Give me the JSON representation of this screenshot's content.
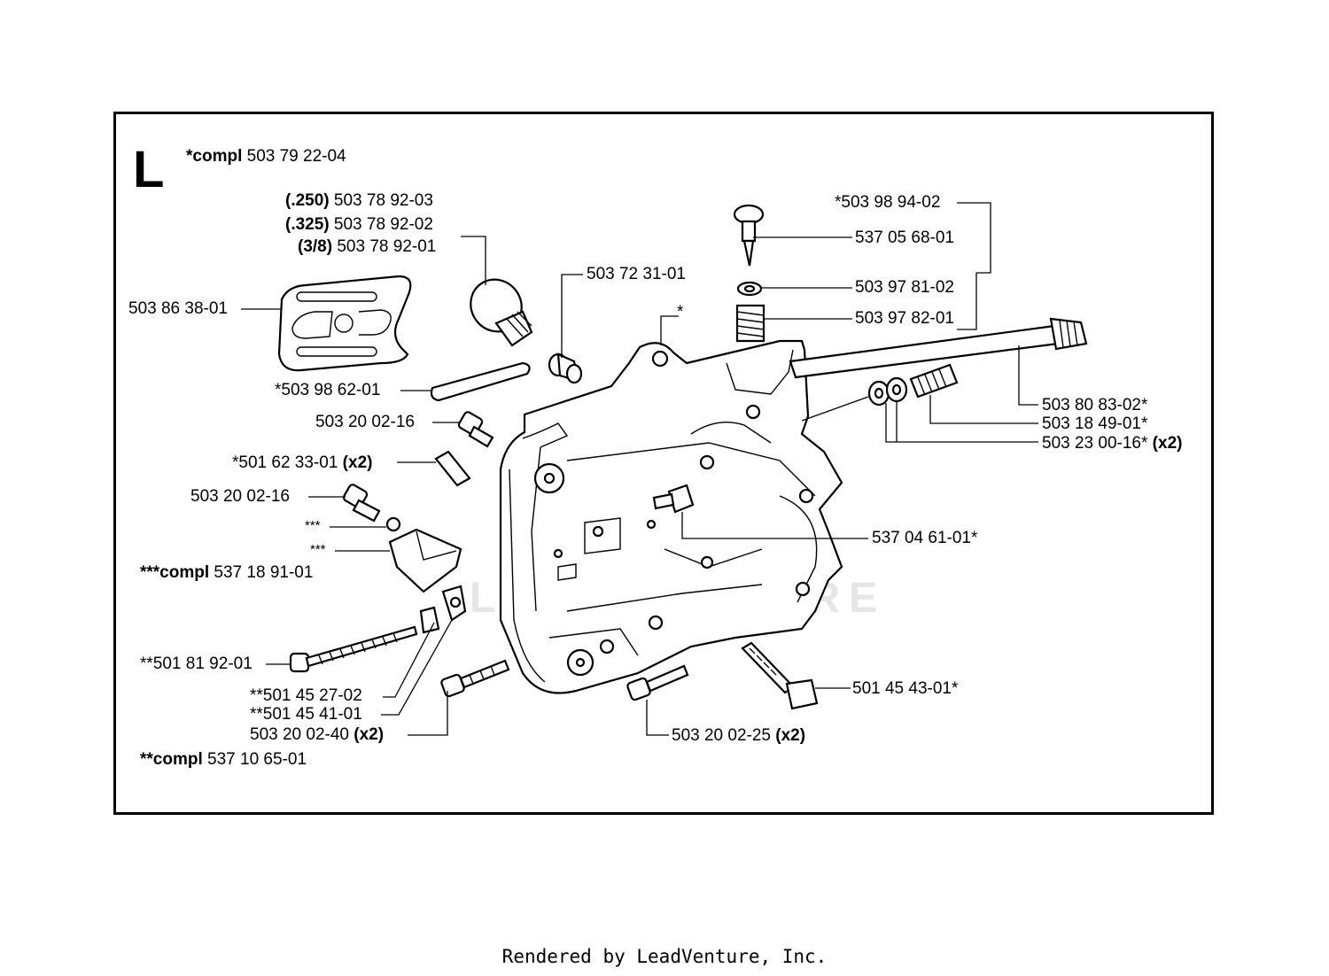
{
  "section": "L",
  "watermark": "LEADVENTURE",
  "footer": "Rendered by LeadVenture, Inc.",
  "labels": {
    "compl_main": {
      "prefix": "*compl",
      "number": "503 79 22-04"
    },
    "pin_250": {
      "prefix": "(.250)",
      "number": "503 78 92-03"
    },
    "pin_325": {
      "prefix": "(.325)",
      "number": "503 78 92-02"
    },
    "pin_38": {
      "prefix": "(3/8)",
      "number": "503 78 92-01"
    },
    "plate": "503 86 38-01",
    "bushing": "503 72 31-01",
    "star": "*",
    "guide_strip": "*503 98 62-01",
    "screw_a": "503 20 02-16",
    "sleeve": {
      "number": "*501 62 33-01",
      "qty": "(x2)"
    },
    "screw_b": "503 20 02-16",
    "triple_a": "***",
    "triple_b": "***",
    "compl_triple": {
      "prefix": "***compl",
      "number": "537 18 91-01"
    },
    "adjust_screw": "**501 81 92-01",
    "nut_plate": "**501 45 27-02",
    "tensioner": "**501 45 41-01",
    "screw_c": {
      "number": "503 20 02-40",
      "qty": "(x2)"
    },
    "compl_double": {
      "prefix": "**compl",
      "number": "537 10 65-01"
    },
    "screw_d": {
      "number": "503 20 02-25",
      "qty": "(x2)"
    },
    "bar_bolt": "501 45 43-01*",
    "catcher": "537 04 61-01*",
    "oil_kit": "*503 98 94-02",
    "oil_screw": "537 05 68-01",
    "oil_washer": "503 97 81-02",
    "oil_spring": "503 97 82-01",
    "shaft": "503 80 83-02*",
    "shaft_spring": "503 18 49-01*",
    "shaft_washer": {
      "number": "503 23 00-16*",
      "qty": "(x2)"
    }
  }
}
